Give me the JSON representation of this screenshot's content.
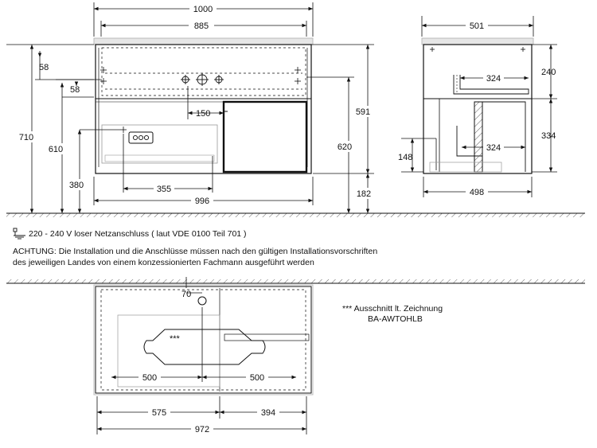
{
  "front_view": {
    "width_overall": "1000",
    "width_inner": "885",
    "offset_top_left": "58",
    "offset_second": "58",
    "overall_height": "710",
    "height_610": "610",
    "height_380": "380",
    "gap_150": "150",
    "width_355": "355",
    "width_996": "996",
    "height_591": "591",
    "height_620": "620",
    "floor_gap_182": "182"
  },
  "side_view": {
    "depth_top": "501",
    "depth_bottom": "498",
    "drawer_depth_upper": "324",
    "drawer_depth_lower": "324",
    "height_240": "240",
    "height_334": "334",
    "height_148": "148"
  },
  "top_view": {
    "dim_70": "70",
    "marker_stars": "***",
    "left_500": "500",
    "right_500": "500",
    "left_575": "575",
    "right_394": "394",
    "total_972": "972"
  },
  "notes": {
    "power": "220 - 240 V loser Netzanschluss ( laut VDE 0100 Teil 701 )",
    "warning_line1": "ACHTUNG: Die Installation und die Anschlüsse müssen nach den gültigen Installationsvorschriften",
    "warning_line2": "des jeweiligen Landes von einem konzessionierten Fachmann ausgeführt werden",
    "cutout_line1": "*** Ausschnitt lt. Zeichnung",
    "cutout_line2": "BA-AWTOHLB"
  },
  "icons": {
    "power_connection": "power-outlet-icon"
  }
}
